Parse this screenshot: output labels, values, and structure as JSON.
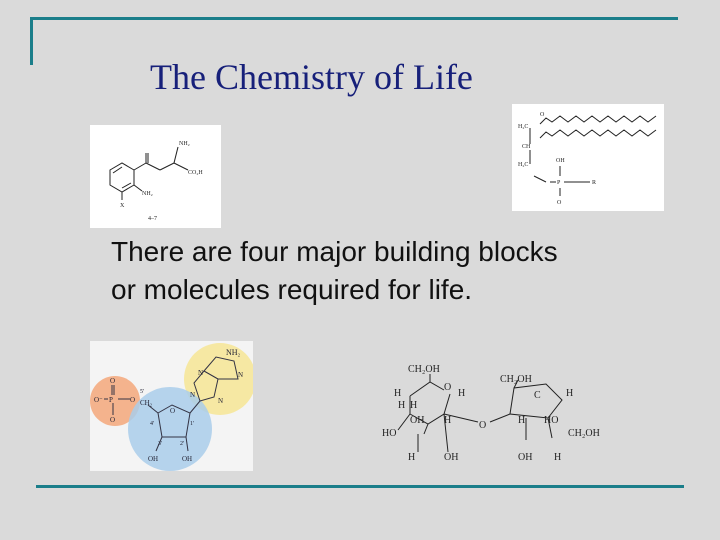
{
  "slide": {
    "title": "The Chemistry of Life",
    "body_lines": [
      "There are four major building blocks",
      "or molecules required for life."
    ]
  },
  "images": {
    "amino_acid": {
      "labels": {
        "nh2_top": "NH₂",
        "co2h": "CO₂H",
        "nh2_ring": "NH₂",
        "x": "X",
        "caption": "4–7"
      }
    },
    "lipid": {
      "labels": {
        "h2c_top": "H₂C",
        "ch": "CH",
        "h2c_bottom": "H₂C",
        "oh": "OH",
        "o": "O",
        "p": "P",
        "r": "R"
      }
    },
    "nucleotide": {
      "labels": {
        "nh2": "NH₂",
        "n1": "N",
        "n2": "N",
        "n3": "N",
        "n4": "N",
        "o_top": "O",
        "o_left": "O⁻",
        "p": "P",
        "o_right": "O",
        "o_bottom": "O",
        "ch2": "CH₂",
        "o_ring": "O",
        "c5": "5'",
        "c4": "4'",
        "c1": "1'",
        "c3": "3'",
        "c2": "2'",
        "oh1": "OH",
        "oh2": "OH"
      }
    },
    "sucrose": {
      "labels": {
        "ch2oh_1": "CH₂OH",
        "h1": "H",
        "o1": "O",
        "h2": "H",
        "h3": "H",
        "h4": "H",
        "oh1": "OH",
        "h5": "H",
        "ho1": "HO",
        "h6": "H",
        "oh2": "OH",
        "o_link": "O",
        "ch2oh_2": "CH₂OH",
        "c": "C",
        "h7": "H",
        "h8": "H",
        "ho2": "HO",
        "ch2oh_3": "CH₂OH",
        "oh3": "OH",
        "h9": "H"
      }
    }
  },
  "colors": {
    "accent_bar": "#1b7e8a",
    "title": "#17207a",
    "background": "#dadada"
  }
}
